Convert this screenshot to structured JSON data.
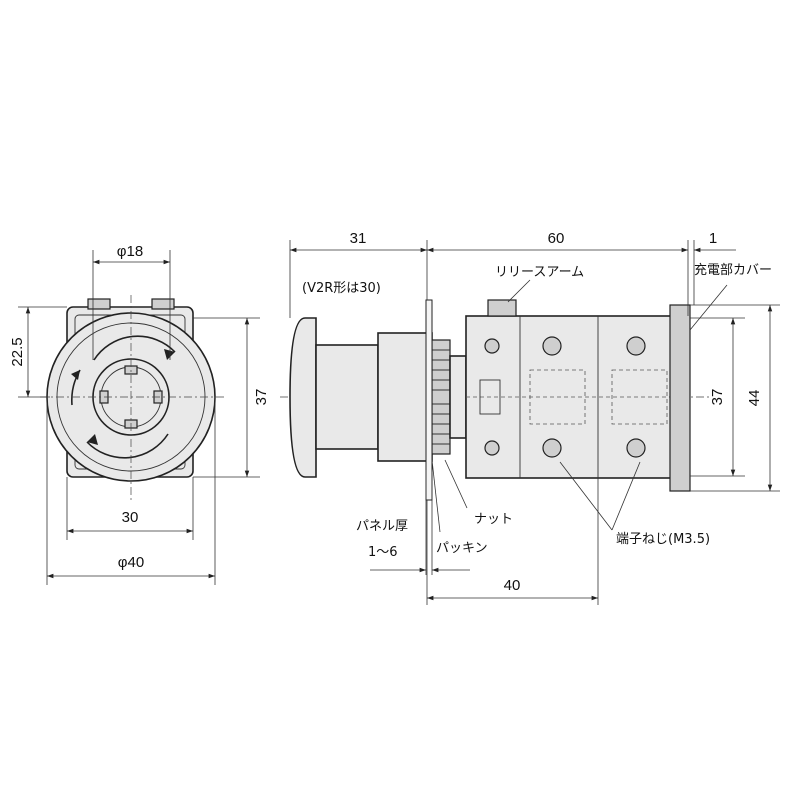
{
  "dimensions": {
    "phi18": "φ18",
    "d22_5": "22.5",
    "d37_front": "37",
    "d30": "30",
    "phi40": "φ40",
    "d31": "31",
    "d60": "60",
    "d1": "1",
    "d37_side": "37",
    "d44": "44",
    "d40": "40"
  },
  "labels": {
    "v2r_note": "(V2R形は30)",
    "release_arm": "リリースアーム",
    "charged_cover": "充電部カバー",
    "nut": "ナット",
    "panel_thickness": "パネル厚",
    "panel_range": "1～6",
    "packing": "パッキン",
    "terminal_screw": "端子ねじ(M3.5)"
  }
}
